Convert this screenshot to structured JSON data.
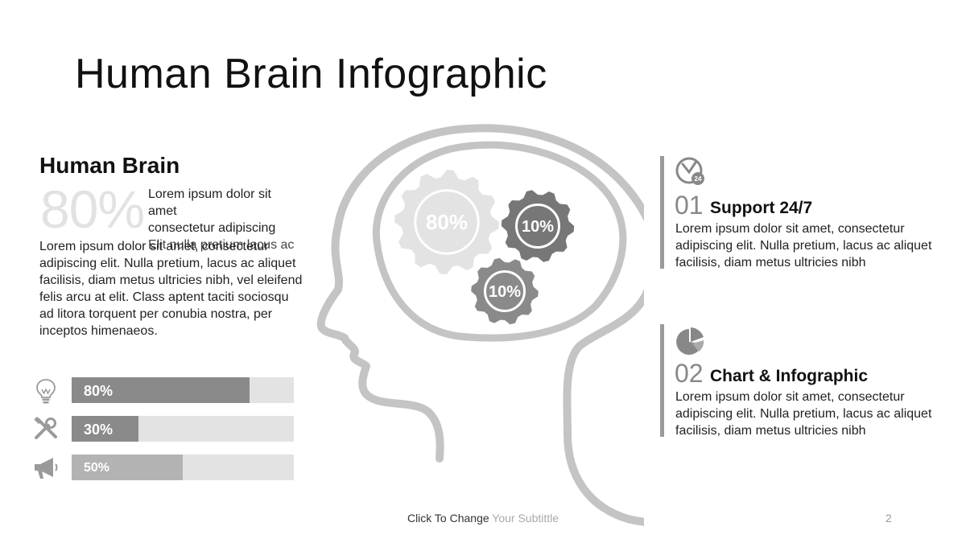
{
  "title": "Human Brain Infographic",
  "left": {
    "heading": "Human Brain",
    "big_percent": "80%",
    "side_lines": [
      "Lorem ipsum dolor sit",
      "amet",
      "consectetur adipiscing"
    ],
    "overlap_line": "Elit nulla pretium lacus ac",
    "paragraph": "Lorem ipsum dolor sit amet, consectetur adipiscing elit. Nulla pretium, lacus ac aliquet facilisis, diam metus ultricies nibh, vel eleifend felis arcu at elit. Class aptent taciti sociosqu ad litora torquent per conubia nostra, per inceptos himenaeos."
  },
  "bars": [
    {
      "icon": "lightbulb-icon",
      "label": "80%",
      "value": 80,
      "color": "#8a8a8a"
    },
    {
      "icon": "tools-icon",
      "label": "30%",
      "value": 30,
      "color": "#8a8a8a"
    },
    {
      "icon": "megaphone-icon",
      "label": "50%",
      "value": 50,
      "color": "#b3b3b3"
    }
  ],
  "gears": [
    {
      "label": "80%",
      "color": "#e3e3e3",
      "text_color": "#ffffff"
    },
    {
      "label": "10%",
      "color": "#777777",
      "text_color": "#ffffff"
    },
    {
      "label": "10%",
      "color": "#8a8a8a",
      "text_color": "#ffffff"
    }
  ],
  "features": [
    {
      "icon": "clock-24-icon",
      "num": "01",
      "title": "Support 24/7",
      "desc": "Lorem ipsum dolor sit amet, consectetur adipiscing elit. Nulla pretium, lacus ac aliquet facilisis, diam metus ultricies nibh"
    },
    {
      "icon": "pie-chart-icon",
      "num": "02",
      "title": "Chart & Infographic",
      "desc": "Lorem ipsum dolor sit amet, consectetur adipiscing elit. Nulla pretium, lacus ac aliquet facilisis, diam metus ultricies nibh"
    }
  ],
  "footer": {
    "prefix": "Click To Change",
    "muted": "Your Subtittle",
    "page": "2"
  },
  "colors": {
    "outline": "#c4c4c4",
    "accent_dark": "#777777",
    "accent_mid": "#8a8a8a",
    "accent_light": "#e3e3e3"
  }
}
